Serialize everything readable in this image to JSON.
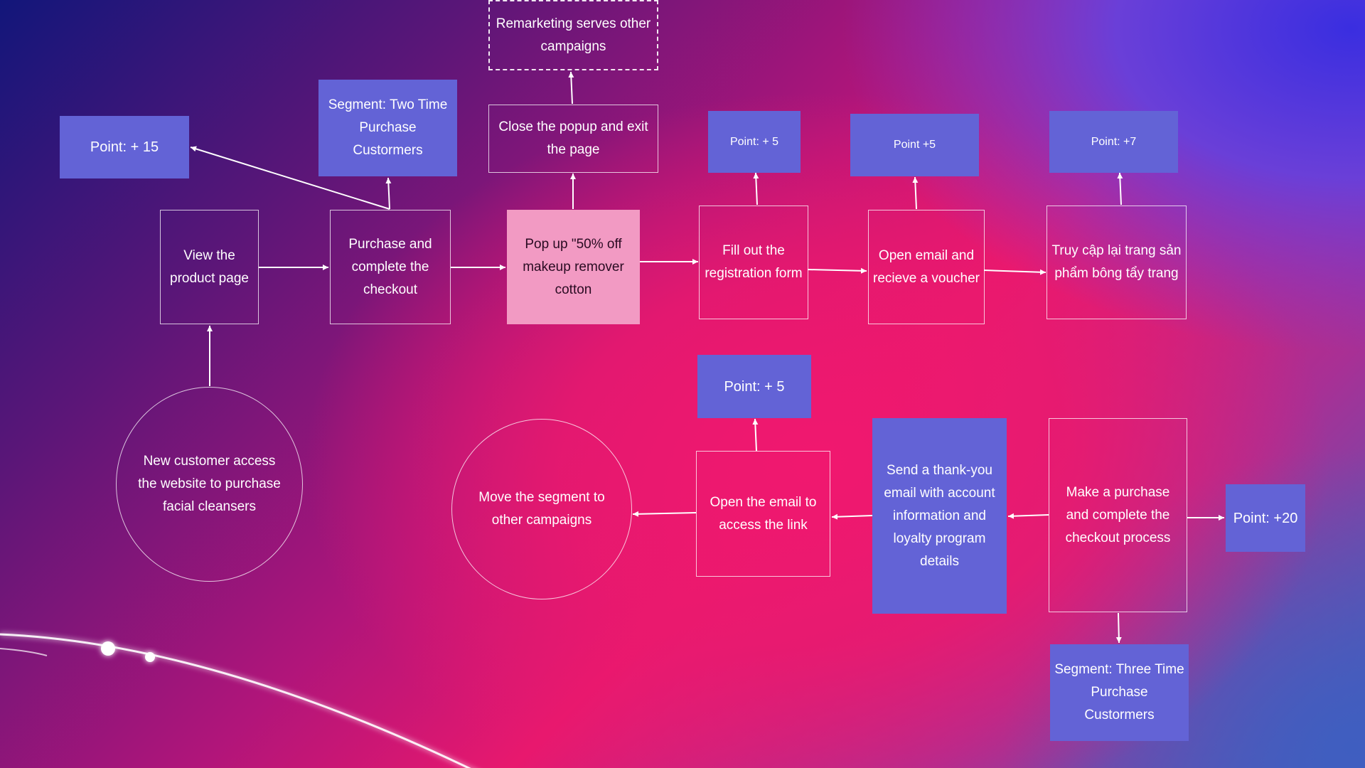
{
  "nodes": {
    "remarketing": "Remarketing serves other campaigns",
    "close_popup": "Close the popup and exit the page",
    "segment_two": "Segment: Two Time Purchase Custormers",
    "point_15": "Point: + 15",
    "view_product": "View the product page",
    "purchase_checkout": "Purchase and complete the checkout",
    "popup_offer": "Pop up \"50% off makeup remover cotton",
    "fill_form": "Fill out the registration form",
    "point_5_top": "Point: + 5",
    "open_email_voucher": "Open email and recieve a  voucher",
    "point_5_mid": "Point +5",
    "revisit_page": "Truy cập lại trang sản phẩm bông tẩy trang",
    "point_7": "Point: +7",
    "new_customer": "New customer access the website to purchase facial cleansers",
    "point_5_low": "Point: + 5",
    "move_segment": "Move the segment to other campaigns",
    "open_email_link": "Open the email to access the link",
    "thank_you_email": "Send a thank-you email with account information and loyalty program details",
    "make_purchase": "Make a purchase and complete the checkout process",
    "point_20": "Point: +20",
    "segment_three": "Segment: Three Time Purchase Custormers"
  },
  "colors": {
    "box_blue": "#6363d6",
    "box_pink": "#f29ac3",
    "line": "#ffffff"
  }
}
